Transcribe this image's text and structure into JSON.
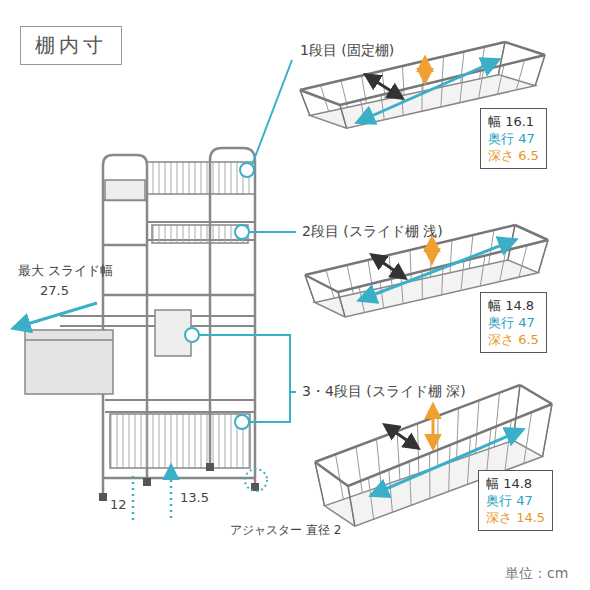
{
  "diagram": {
    "title": "棚内寸",
    "nodes": [
      {
        "text": [
          "幅 16.1",
          "奥行 47",
          "深さ 6.5"
        ]
      },
      {
        "text": [
          "幅 14.8",
          "奥行 47",
          "深さ 6.5"
        ]
      },
      {
        "text": [
          "幅 14.8",
          "奥行 47",
          "深さ 14.5"
        ]
      }
    ],
    "edges": [],
    "labels": [
      "1段目 (固定棚)",
      "2段目 (スライド棚 浅)",
      "3・4段目 (スライド棚 深)",
      "最大 スライド幅",
      "27.5",
      "12",
      "13.5",
      "アジャスター 直径 2",
      "単位：cm"
    ]
  }
}
